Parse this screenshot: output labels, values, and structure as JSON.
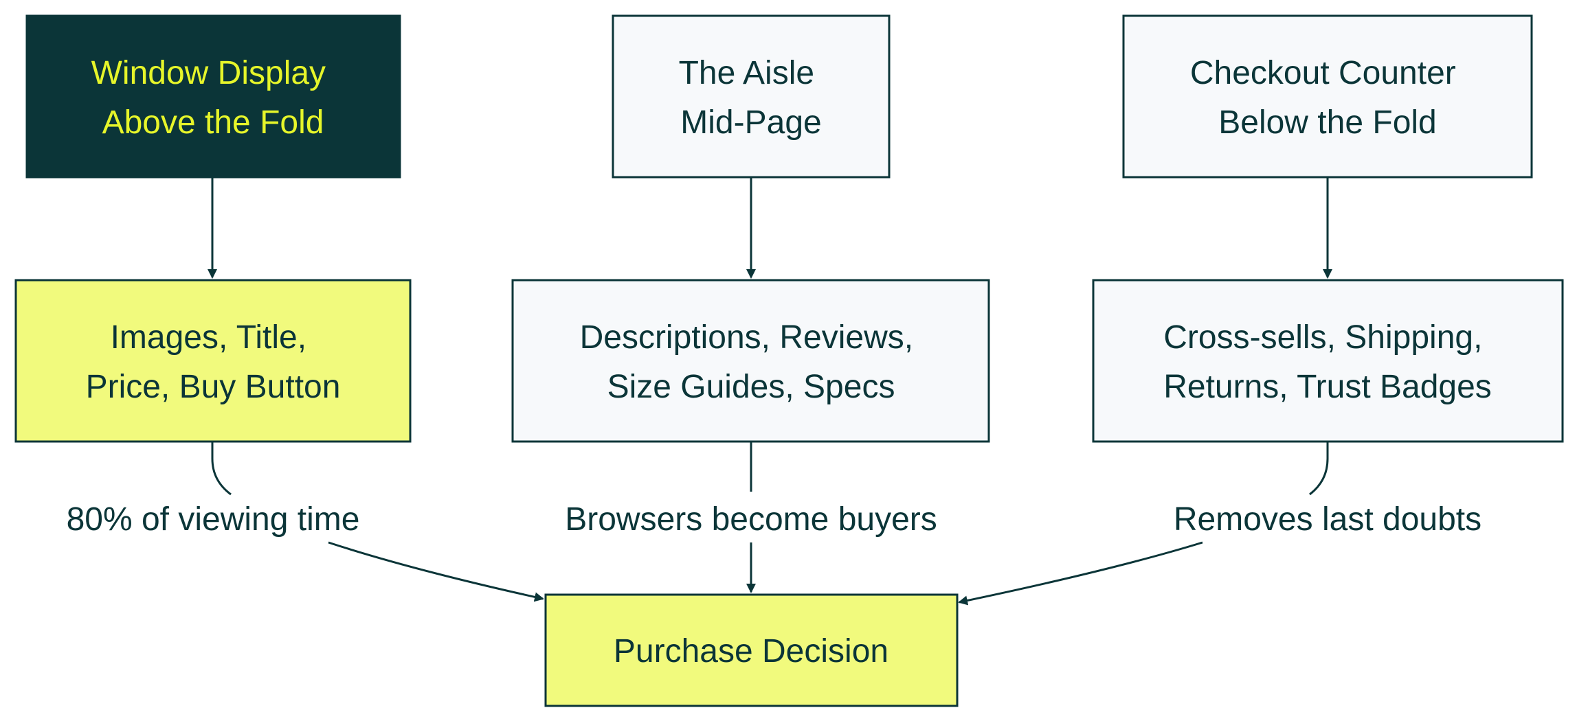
{
  "colors": {
    "dark_node_fill": "#0b3538",
    "highlight_text": "#e6f52a",
    "highlight_fill": "#f1fa7d",
    "light_node_fill": "#f7f9fb",
    "stroke": "#0b3538",
    "text": "#0b3538",
    "background": "#ffffff"
  },
  "nodes": {
    "window_display": {
      "lines": [
        "Window Display",
        "Above the Fold"
      ]
    },
    "aisle": {
      "lines": [
        "The Aisle",
        "Mid-Page"
      ]
    },
    "checkout": {
      "lines": [
        "Checkout Counter",
        "Below the Fold"
      ]
    },
    "images_title": {
      "lines": [
        "Images, Title,",
        "Price, Buy Button"
      ]
    },
    "descriptions": {
      "lines": [
        "Descriptions, Reviews,",
        "Size Guides, Specs"
      ]
    },
    "cross_sells": {
      "lines": [
        "Cross-sells, Shipping,",
        "Returns, Trust Badges"
      ]
    },
    "purchase": {
      "lines": [
        "Purchase Decision"
      ]
    }
  },
  "edge_labels": {
    "left": "80% of viewing time",
    "middle": "Browsers become buyers",
    "right": "Removes last doubts"
  }
}
